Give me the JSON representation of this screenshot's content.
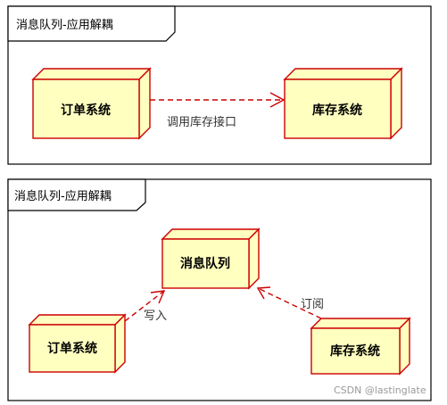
{
  "diagram1": {
    "title": "消息队列-应用解耦",
    "nodes": {
      "order": "订单系统",
      "inventory": "库存系统"
    },
    "edge_label": "调用库存接口"
  },
  "diagram2": {
    "title": "消息队列-应用解耦",
    "nodes": {
      "queue": "消息队列",
      "order": "订单系统",
      "inventory": "库存系统"
    },
    "edge_write": "写入",
    "edge_subscribe": "订阅"
  },
  "watermark": "CSDN @lastinglate",
  "colors": {
    "node_fill": "#ffffc0",
    "node_stroke": "#cc0000",
    "arrow": "#cc0000"
  }
}
